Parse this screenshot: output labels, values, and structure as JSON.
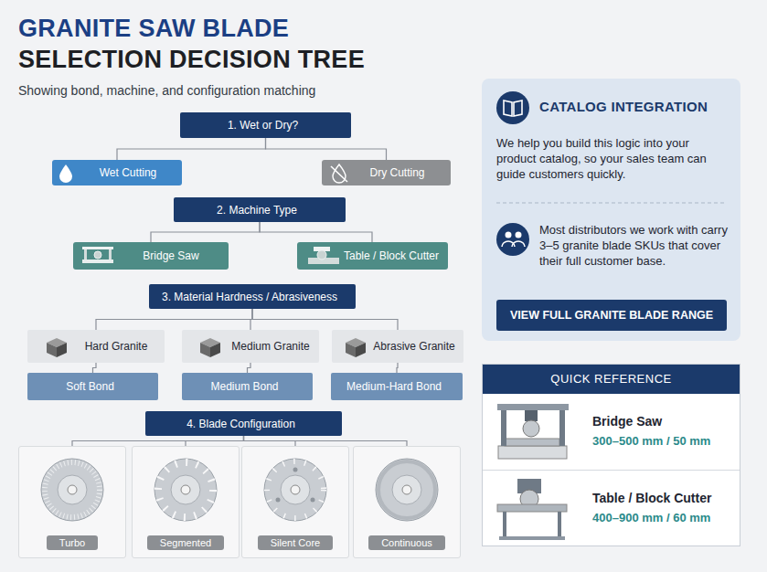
{
  "diagram": {
    "title": "GRANITE SAW BLADE",
    "nodes": [
      {
        "text": [
          "1. Wet or Dry?"
        ]
      },
      {
        "text": [
          "Wet Cutting"
        ]
      },
      {
        "text": [
          "Dry Cutting"
        ]
      },
      {
        "text": [
          "2. Machine Type"
        ]
      },
      {
        "text": [
          "Bridge Saw"
        ]
      },
      {
        "text": [
          "Table / Block Cutter"
        ]
      },
      {
        "text": [
          "3. Material Hardness / Abrasiveness"
        ]
      },
      {
        "text": [
          "Hard Granite"
        ]
      },
      {
        "text": [
          "Medium Granite"
        ]
      },
      {
        "text": [
          "Abrasive Granite"
        ]
      },
      {
        "text": [
          "Soft Bond"
        ]
      },
      {
        "text": [
          "Medium Bond"
        ]
      },
      {
        "text": [
          "Medium-Hard Bond"
        ]
      },
      {
        "text": [
          "4. Blade Configuration"
        ]
      },
      {
        "text": [
          "Turbo"
        ]
      },
      {
        "text": [
          "Segmented"
        ]
      },
      {
        "text": [
          "Silent Core"
        ]
      },
      {
        "text": [
          "Continuous"
        ]
      },
      {
        "text": [
          "CATALOG INTEGRATION",
          "We help you build this logic into your product catalog, so your sales team can guide customers quickly.",
          "Most distributors we work with carry 3–5 granite blade SKUs that cover their full customer base."
        ]
      },
      {
        "text": [
          "VIEW FULL GRANITE BLADE RANGE"
        ],
        "in": 18
      },
      {
        "text": [
          "QUICK REFERENCE"
        ]
      },
      {
        "text": [
          "Bridge Saw",
          "300–500 mm / 50 mm"
        ],
        "in": 20
      },
      {
        "text": [
          "Table / Block Cutter",
          "400–900 mm / 60 mm"
        ],
        "in": 20
      }
    ],
    "edges": [
      {
        "from": 0,
        "to": 1,
        "arrow": "none"
      },
      {
        "from": 0,
        "to": 2,
        "arrow": "none"
      },
      {
        "from": 3,
        "to": 4,
        "arrow": "none"
      },
      {
        "from": 3,
        "to": 5,
        "arrow": "none"
      },
      {
        "from": 6,
        "to": 7,
        "arrow": "none"
      },
      {
        "from": 6,
        "to": 8,
        "arrow": "none"
      },
      {
        "from": 6,
        "to": 9,
        "arrow": "none"
      },
      {
        "from": 7,
        "to": 10,
        "arrow": "none"
      },
      {
        "from": 8,
        "to": 11,
        "arrow": "none"
      },
      {
        "from": 9,
        "to": 12,
        "arrow": "none"
      },
      {
        "from": 13,
        "to": 14,
        "arrow": "none"
      },
      {
        "from": 13,
        "to": 15,
        "arrow": "none"
      },
      {
        "from": 13,
        "to": 16,
        "arrow": "none"
      },
      {
        "from": 13,
        "to": 17,
        "arrow": "none"
      }
    ],
    "labels": [
      "SELECTION DECISION TREE",
      "Showing bond, machine, and configuration matching"
    ]
  }
}
